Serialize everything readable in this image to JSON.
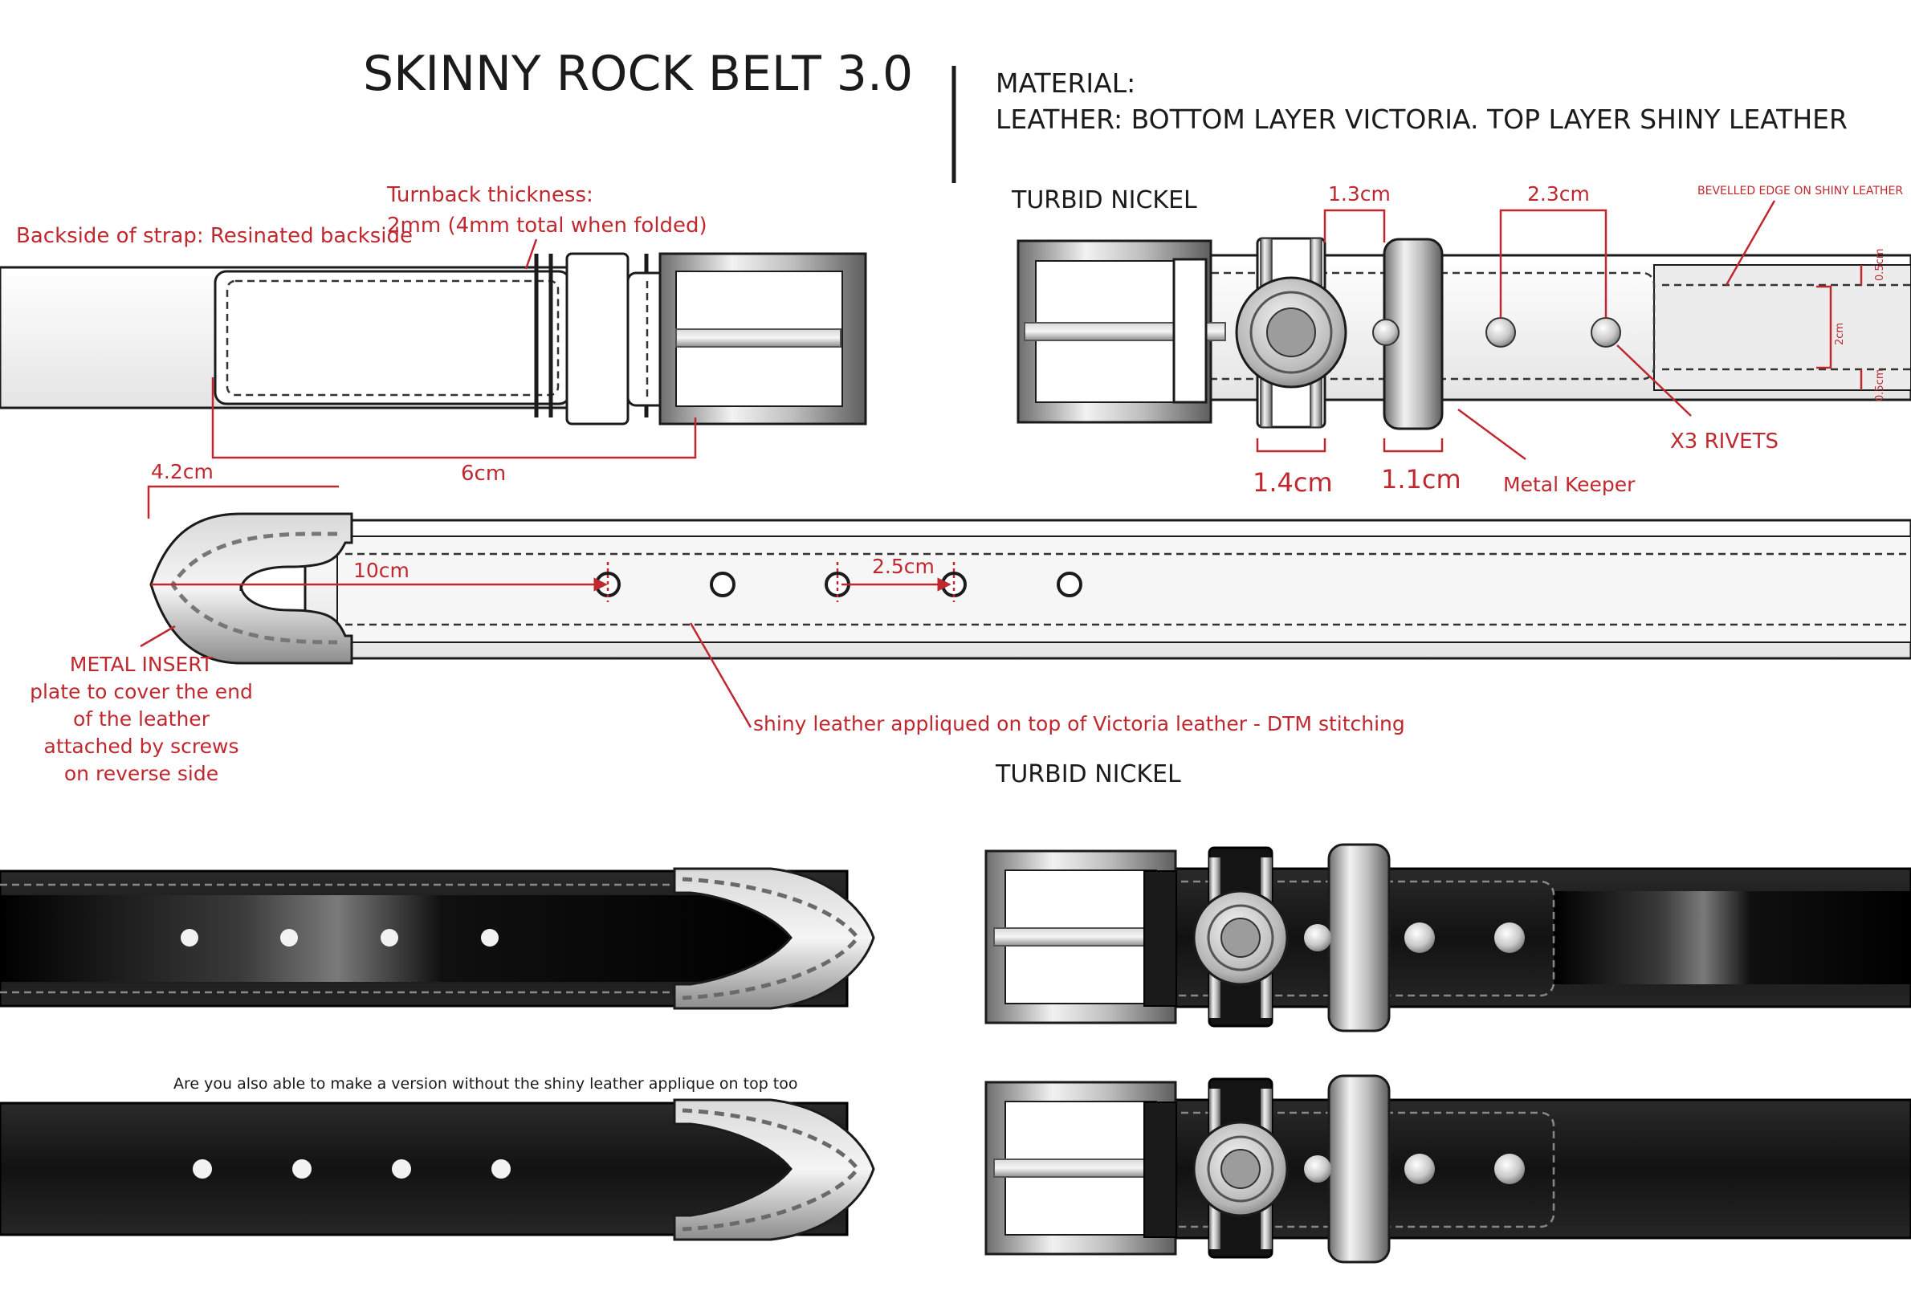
{
  "header": {
    "title": "SKINNY ROCK BELT 3.0",
    "material_label": "MATERIAL:",
    "leather_line": "LEATHER:  BOTTOM LAYER VICTORIA. TOP LAYER SHINY LEATHER"
  },
  "finish": {
    "top_right": "TURBID NICKEL",
    "bottom_right": "TURBID NICKEL"
  },
  "annotations": {
    "backside": "Backside of strap: Resinated backside",
    "turnback_1": "Turnback thickness:",
    "turnback_2": "2mm (4mm total when folded)",
    "dim_6cm": "6cm",
    "dim_1_3cm": "1.3cm",
    "dim_2_3cm": "2.3cm",
    "bevelled": "BEVELLED EDGE ON SHINY LEATHER",
    "dim_0_5cm_a": "0.5cm",
    "dim_2cm": "2cm",
    "dim_0_5cm_b": "0.5cm",
    "dim_1_4cm": "1.4cm",
    "dim_1_1cm": "1.1cm",
    "metal_keeper": "Metal Keeper",
    "rivets": "X3 RIVETS",
    "dim_4_2cm": "4.2cm",
    "dim_10cm": "10cm",
    "dim_2_5cm": "2.5cm",
    "insert_1": "METAL INSERT",
    "insert_2": "plate to cover the end",
    "insert_3": "of the leather",
    "insert_4": "attached by screws",
    "insert_5": "on reverse side",
    "applique": "shiny leather appliqued on top of Victoria leather - DTM stitching",
    "question": "Are you also able to make a version without the shiny leather applique on top too"
  },
  "colors": {
    "annotation_red": "#c0282f",
    "ink": "#1b1b1b",
    "leather_black": "#1a1a1a",
    "nickel": "#9a9a9a"
  }
}
